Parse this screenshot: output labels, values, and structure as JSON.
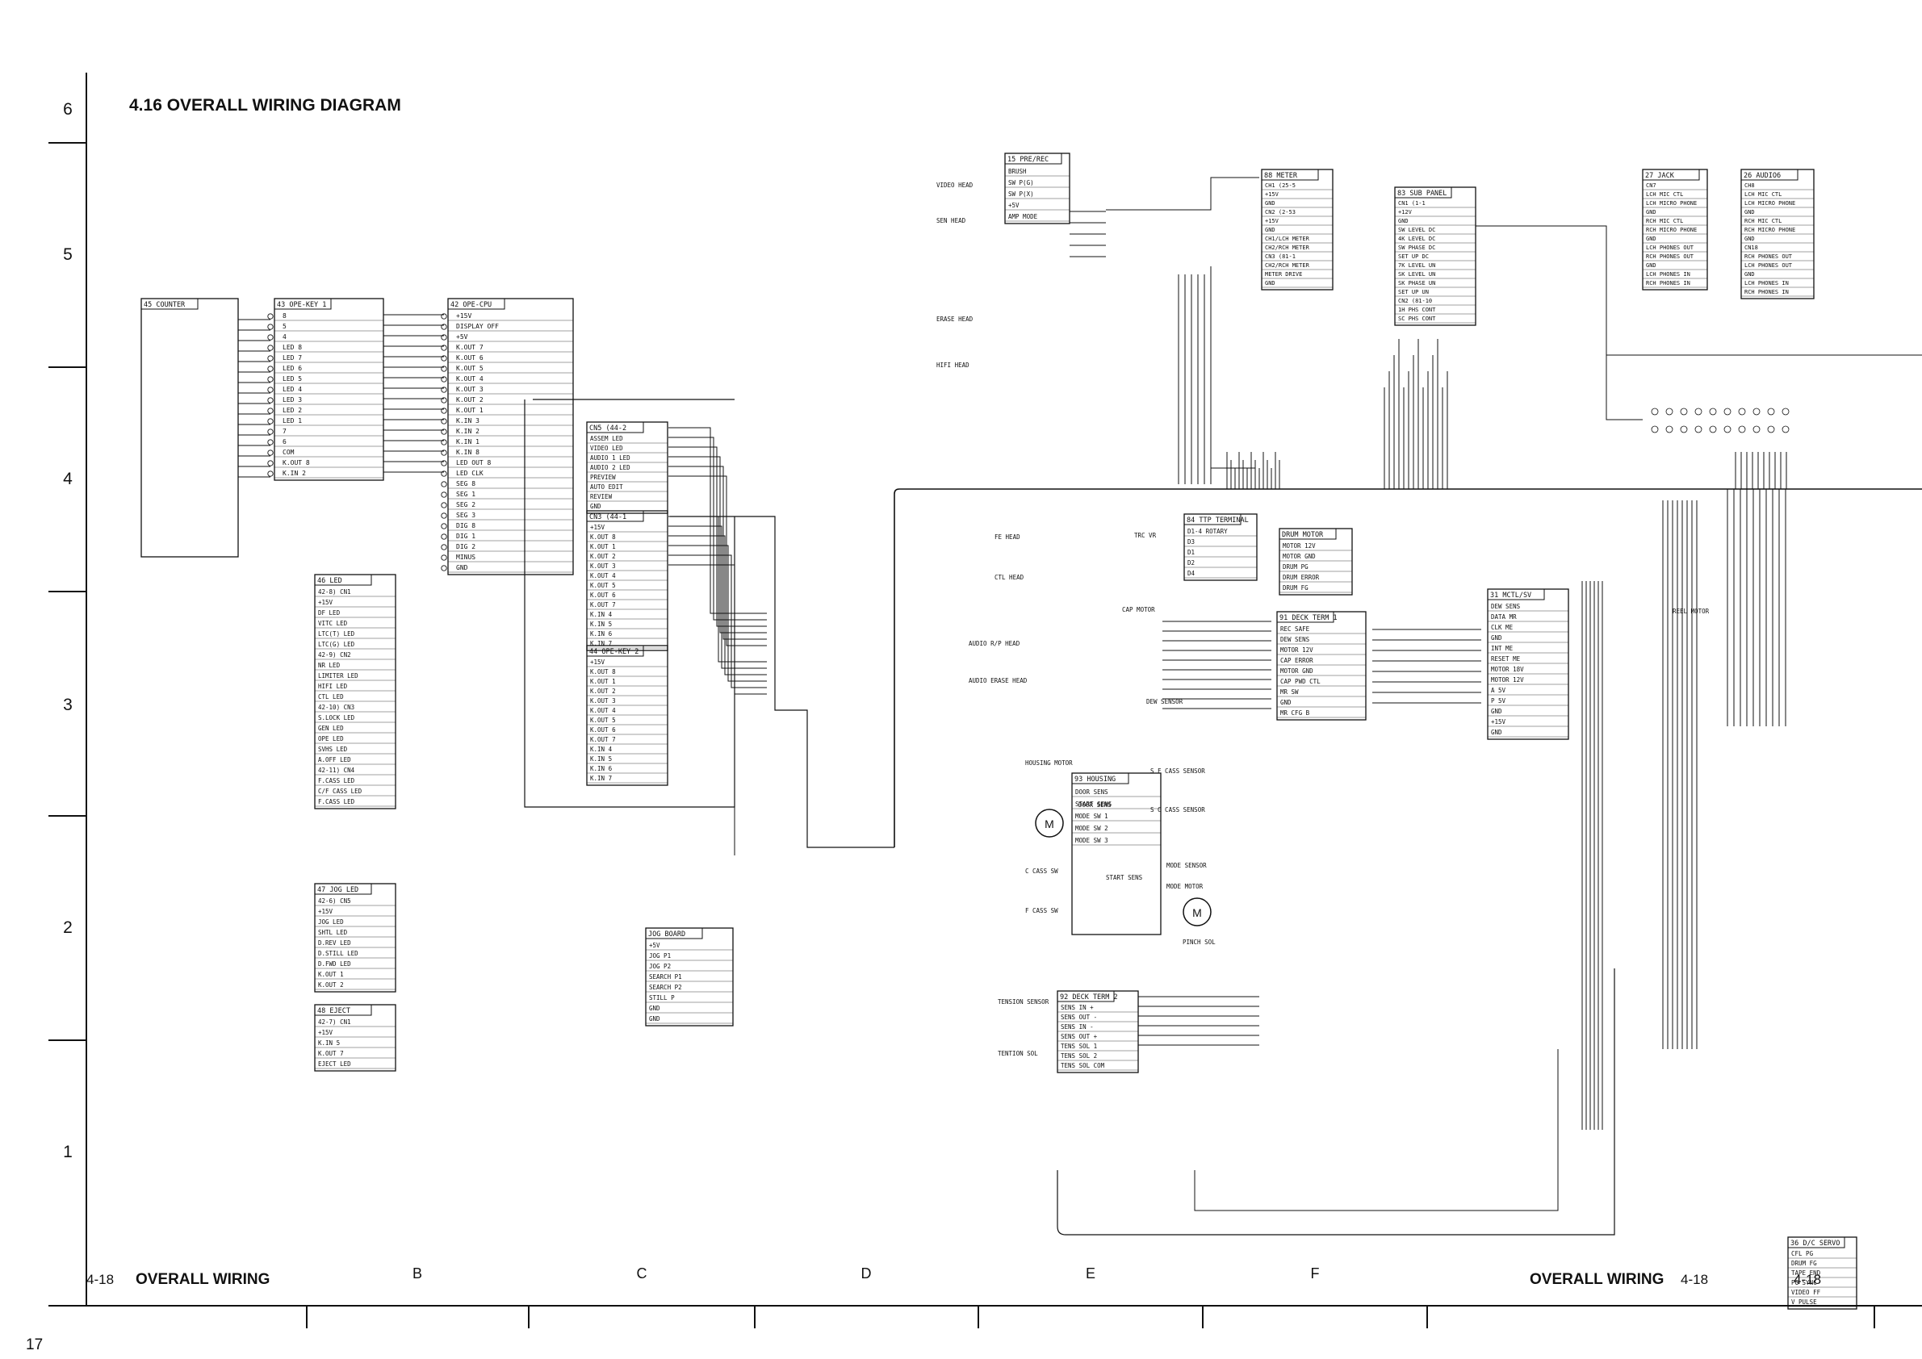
{
  "header": {
    "section_title": "4.16 OVERALL WIRING DIAGRAM"
  },
  "row_labels": [
    "6",
    "5",
    "4",
    "3",
    "2",
    "1"
  ],
  "footer": {
    "left_page": "4-18",
    "left_title": "OVERALL WIRING",
    "columns": [
      "B",
      "C",
      "D",
      "E",
      "F"
    ],
    "right_title": "OVERALL WIRING",
    "right_page": "4-18",
    "far_right_page": "4-18",
    "sheet_number": "17"
  },
  "boards": [
    {
      "id": "b1",
      "title": "45 COUNTER",
      "rows": []
    },
    {
      "id": "b2",
      "title": "43 OPE-KEY 1",
      "rows": [
        "8",
        "5",
        "4",
        "LED 8",
        "LED 7",
        "LED 6",
        "LED 5",
        "LED 4",
        "LED 3",
        "LED 2",
        "LED 1",
        "7",
        "6",
        "COM",
        "K.OUT 8",
        "K.IN 2"
      ]
    },
    {
      "id": "b3",
      "title": "42 OPE-CPU",
      "rows": [
        "+15V",
        "DISPLAY OFF",
        "+5V",
        "K.OUT 7",
        "K.OUT 6",
        "K.OUT 5",
        "K.OUT 4",
        "K.OUT 3",
        "K.OUT 2",
        "K.OUT 1",
        "K.IN 3",
        "K.IN 2",
        "K.IN 1",
        "K.IN 8",
        "LED OUT 8",
        "LED CLK",
        "SEG 8",
        "SEG 1",
        "SEG 2",
        "SEG 3",
        "DIG 8",
        "DIG 1",
        "DIG 2",
        "MINUS",
        "GND"
      ]
    },
    {
      "id": "b4",
      "title": "46 LED",
      "rows": [
        "42-8) CN1",
        "+15V",
        "DF LED",
        "VITC LED",
        "LTC(T) LED",
        "LTC(G) LED",
        "42-9) CN2",
        "NR LED",
        "LIMITER LED",
        "HIFI LED",
        "CTL LED",
        "42-10) CN3",
        "S.LOCK LED",
        "GEN LED",
        "OPE LED",
        "SVHS LED",
        "A.OFF LED",
        "42-11) CN4",
        "F.CASS LED",
        "C/F CASS LED",
        "F.CASS LED"
      ]
    },
    {
      "id": "b5",
      "title": "47 JOG LED",
      "rows": [
        "42-6) CN5",
        "+15V",
        "JOG LED",
        "SHTL LED",
        "D.REV LED",
        "D.STILL LED",
        "D.FWD LED",
        "K.OUT 1",
        "K.OUT 2"
      ]
    },
    {
      "id": "b6",
      "title": "48 EJECT",
      "rows": [
        "42-7) CN1",
        "+15V",
        "K.IN 5",
        "K.OUT 7",
        "EJECT LED"
      ]
    },
    {
      "id": "b7",
      "title": "CN5 (44-2",
      "rows": [
        "ASSEM LED",
        "VIDEO LED",
        "AUDIO 1 LED",
        "AUDIO 2 LED",
        "PREVIEW",
        "AUTO EDIT",
        "REVIEW",
        "GND"
      ]
    },
    {
      "id": "b8",
      "title": "CN3 (44-1",
      "rows": [
        "+15V",
        "K.OUT 8",
        "K.OUT 1",
        "K.OUT 2",
        "K.OUT 3",
        "K.OUT 4",
        "K.OUT 5",
        "K.OUT 6",
        "K.OUT 7",
        "K.IN 4",
        "K.IN 5",
        "K.IN 6",
        "K.IN 7"
      ]
    },
    {
      "id": "b9",
      "title": "44 OPE-KEY 2",
      "rows": [
        "+15V",
        "K.OUT 8",
        "K.OUT 1",
        "K.OUT 2",
        "K.OUT 3",
        "K.OUT 4",
        "K.OUT 5",
        "K.OUT 6",
        "K.OUT 7",
        "K.IN 4",
        "K.IN 5",
        "K.IN 6",
        "K.IN 7"
      ]
    },
    {
      "id": "b10",
      "title": "JOG BOARD",
      "rows": [
        "+5V",
        "JOG P1",
        "JOG P2",
        "SEARCH P1",
        "SEARCH P2",
        "STILL P",
        "GND",
        "GND"
      ]
    },
    {
      "id": "b11",
      "title": "15 PRE/REC",
      "rows": [
        "BRUSH",
        "SW P(G)",
        "SW P(X)",
        "+5V",
        "AMP MODE"
      ]
    },
    {
      "id": "b12",
      "title": "88 METER",
      "rows": [
        "CH1 (25-5",
        "+15V",
        "GND",
        "CN2 (2-53",
        "+15V",
        "GND",
        "CH1/LCH METER",
        "CH2/RCH METER",
        "CN3 (81-1",
        "CH2/RCH METER",
        "METER DRIVE",
        "GND"
      ]
    },
    {
      "id": "b13",
      "title": "83 SUB PANEL",
      "rows": [
        "CN1 (1-1",
        "+12V",
        "GND",
        "SW LEVEL DC",
        "4K LEVEL DC",
        "SW PHASE DC",
        "SET UP DC",
        "7K LEVEL UN",
        "SK LEVEL UN",
        "SK PHASE UN",
        "SET UP UN",
        "CN2 (81-10",
        "1H PHS CONT",
        "SC PHS CONT"
      ]
    },
    {
      "id": "b14",
      "title": "27 JACK",
      "rows": [
        "CN7",
        "LCH MIC CTL",
        "LCH MICRO PHONE",
        "GND",
        "RCH MIC CTL",
        "RCH MICRO PHONE",
        "GND",
        "LCH PHONES OUT",
        "RCH PHONES OUT",
        "GND",
        "LCH PHONES IN",
        "RCH PHONES IN"
      ]
    },
    {
      "id": "b15",
      "title": "26 AUDIO6",
      "rows": [
        "CH8",
        "LCH MIC CTL",
        "LCH MICRO PHONE",
        "GND",
        "RCH MIC CTL",
        "RCH MICRO PHONE",
        "GND",
        "CN18",
        "RCH PHONES OUT",
        "LCH PHONES OUT",
        "GND",
        "LCH PHONES IN",
        "RCH PHONES IN"
      ]
    },
    {
      "id": "b16",
      "title": "84 TTP TERMINAL",
      "rows": [
        "D1-4 ROTARY",
        "D3",
        "D1",
        "D2",
        "D4"
      ]
    },
    {
      "id": "b17",
      "title": "DRUM MOTOR",
      "rows": [
        "MOTOR 12V",
        "MOTOR GND",
        "DRUM PG",
        "DRUM ERROR",
        "DRUM FG"
      ]
    },
    {
      "id": "b18",
      "title": "91 DECK TERM 1",
      "rows": [
        "REC SAFE",
        "DEW SENS",
        "MOTOR 12V",
        "CAP ERROR",
        "MOTOR GND",
        "CAP PWD CTL",
        "MR SW",
        "GND",
        "MR CFG B"
      ]
    },
    {
      "id": "b19",
      "title": "31 MCTL/SV",
      "rows": [
        "DEW SENS",
        "DATA MR",
        "CLK ME",
        "GND",
        "INT ME",
        "RESET ME",
        "MOTOR 18V",
        "MOTOR 12V",
        "A 5V",
        "P 5V",
        "GND",
        "+15V",
        "GND"
      ]
    },
    {
      "id": "b20",
      "title": "92 DECK TERM 2",
      "rows": [
        "SENS IN +",
        "SENS OUT -",
        "SENS IN -",
        "SENS OUT +",
        "TENS SOL 1",
        "TENS SOL 2",
        "TENS SOL COM"
      ]
    },
    {
      "id": "b21",
      "title": "93 HOUSING",
      "rows": [
        "DOOR SENS",
        "START SENS",
        "MODE SW 1",
        "MODE SW 2",
        "MODE SW 3"
      ]
    },
    {
      "id": "b22",
      "title": "36 D/C SERVO",
      "rows": [
        "CFL PG",
        "DRUM FG",
        "TAPE END",
        "PG SYNC",
        "VIDEO FF",
        "V PULSE"
      ]
    }
  ],
  "components": [
    "VIDEO HEAD",
    "SEN HEAD",
    "ERASE HEAD",
    "HIFI HEAD",
    "FE HEAD",
    "CTL HEAD",
    "AUDIO R/P HEAD",
    "AUDIO ERASE HEAD",
    "CAP MOTOR",
    "DEW SENSOR",
    "HOUSING MOTOR",
    "DOOR SENS",
    "START SENS",
    "C CASS SW",
    "F CASS SW",
    "MODE SENSOR",
    "MODE MOTOR",
    "PINCH SOL",
    "TENSION SENSOR",
    "TENTION SOL",
    "TRC VR",
    "REEL MOTOR",
    "S F CASS SENSOR",
    "S C CASS SENSOR"
  ]
}
